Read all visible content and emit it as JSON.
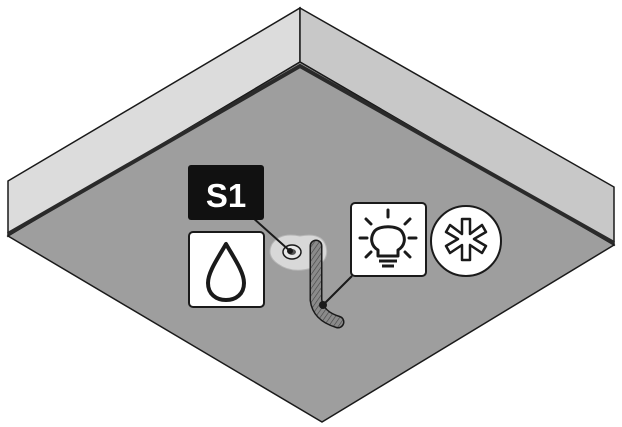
{
  "diagram": {
    "step_label": "S1",
    "icons": [
      {
        "name": "water-drop-icon",
        "meaning": "moisture"
      },
      {
        "name": "light-bulb-icon",
        "meaning": "light"
      },
      {
        "name": "snowflake-icon",
        "meaning": "cold"
      }
    ],
    "colors": {
      "floor": "#9e9e9e",
      "wall_top": "#dcdcdc",
      "wall_face": "#c4c4c4",
      "label_bg": "#111111",
      "outline": "#1a1a1a"
    }
  }
}
